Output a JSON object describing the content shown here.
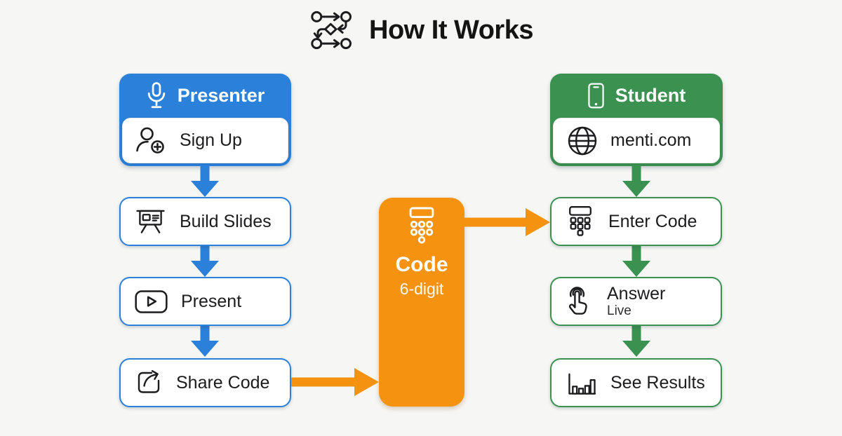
{
  "title": {
    "text": "How It Works"
  },
  "colors": {
    "blue": "#2b80d9",
    "green": "#3b9150",
    "orange": "#f5920f",
    "background": "#f6f6f4",
    "text_dark": "#1c1c1e"
  },
  "presenter": {
    "header": "Presenter",
    "top_step": "Sign Up",
    "steps": [
      "Build Slides",
      "Present",
      "Share Code"
    ]
  },
  "code_panel": {
    "title": "Code",
    "subtitle": "6-digit"
  },
  "student": {
    "header": "Student",
    "top_step": "menti.com",
    "steps": [
      "Enter Code",
      "Answer",
      "See Results"
    ],
    "answer_sublabel": "Live"
  },
  "icons": {
    "title": "flowchart-icon",
    "presenter_header": "microphone-icon",
    "sign_up": "person-add-icon",
    "build_slides": "presentation-board-icon",
    "present": "play-icon",
    "share_code": "share-icon",
    "code_panel": "keypad-icon",
    "student_header": "smartphone-icon",
    "menti_com": "globe-icon",
    "enter_code": "keypad-icon",
    "answer_live": "tap-icon",
    "see_results": "bar-chart-icon"
  }
}
